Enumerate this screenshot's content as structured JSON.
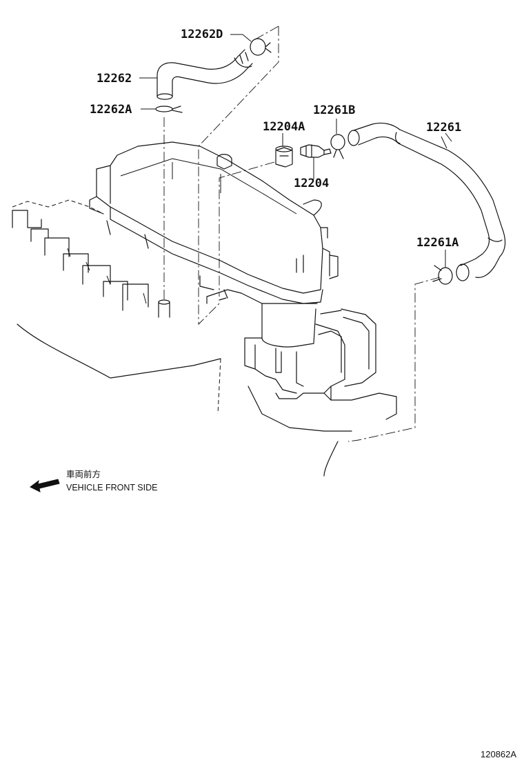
{
  "labels": {
    "p12262D": "12262D",
    "p12262": "12262",
    "p12262A": "12262A",
    "p12204A": "12204A",
    "p12261B": "12261B",
    "p12261": "12261",
    "p12204": "12204",
    "p12261A": "12261A"
  },
  "front_indicator": {
    "japanese": "車両前方",
    "english": "VEHICLE FRONT SIDE"
  },
  "diagram_id": "120862A"
}
